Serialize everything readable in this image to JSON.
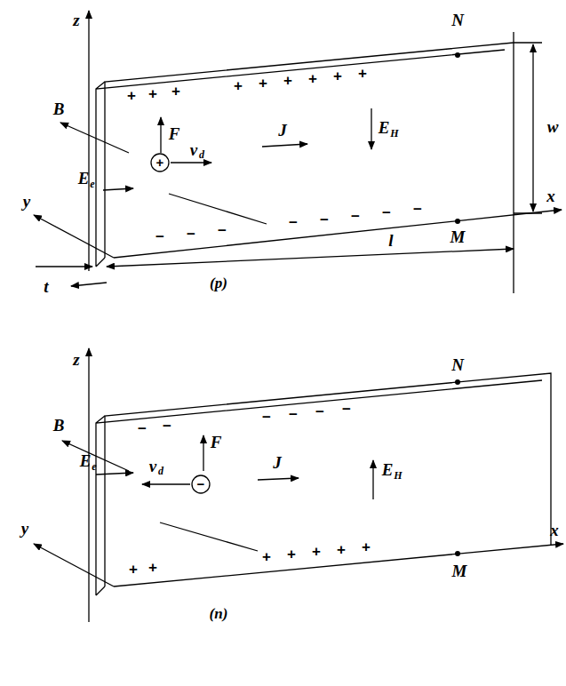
{
  "diagram": {
    "nodes": [
      {
        "text": [
          "+"
        ]
      },
      {
        "text": [
          "−"
        ]
      }
    ],
    "labels": [
      "N",
      "z",
      "B",
      "y",
      "t",
      "E",
      "e",
      "F",
      "v",
      "d",
      "J",
      "E",
      "H",
      "w",
      "x",
      "M",
      "l",
      "(p)",
      "+",
      "+",
      "+",
      "+",
      "+",
      "+",
      "+",
      "+",
      "+",
      "−",
      "−",
      "−",
      "−",
      "−",
      "−",
      "−",
      "−",
      "N",
      "z",
      "B",
      "y",
      "E",
      "e",
      "v",
      "d",
      "F",
      "J",
      "E",
      "H",
      "x",
      "M",
      "(n)",
      "−",
      "−",
      "−",
      "−",
      "−",
      "−",
      "+",
      "+",
      "+",
      "+",
      "+",
      "+",
      "+"
    ]
  }
}
